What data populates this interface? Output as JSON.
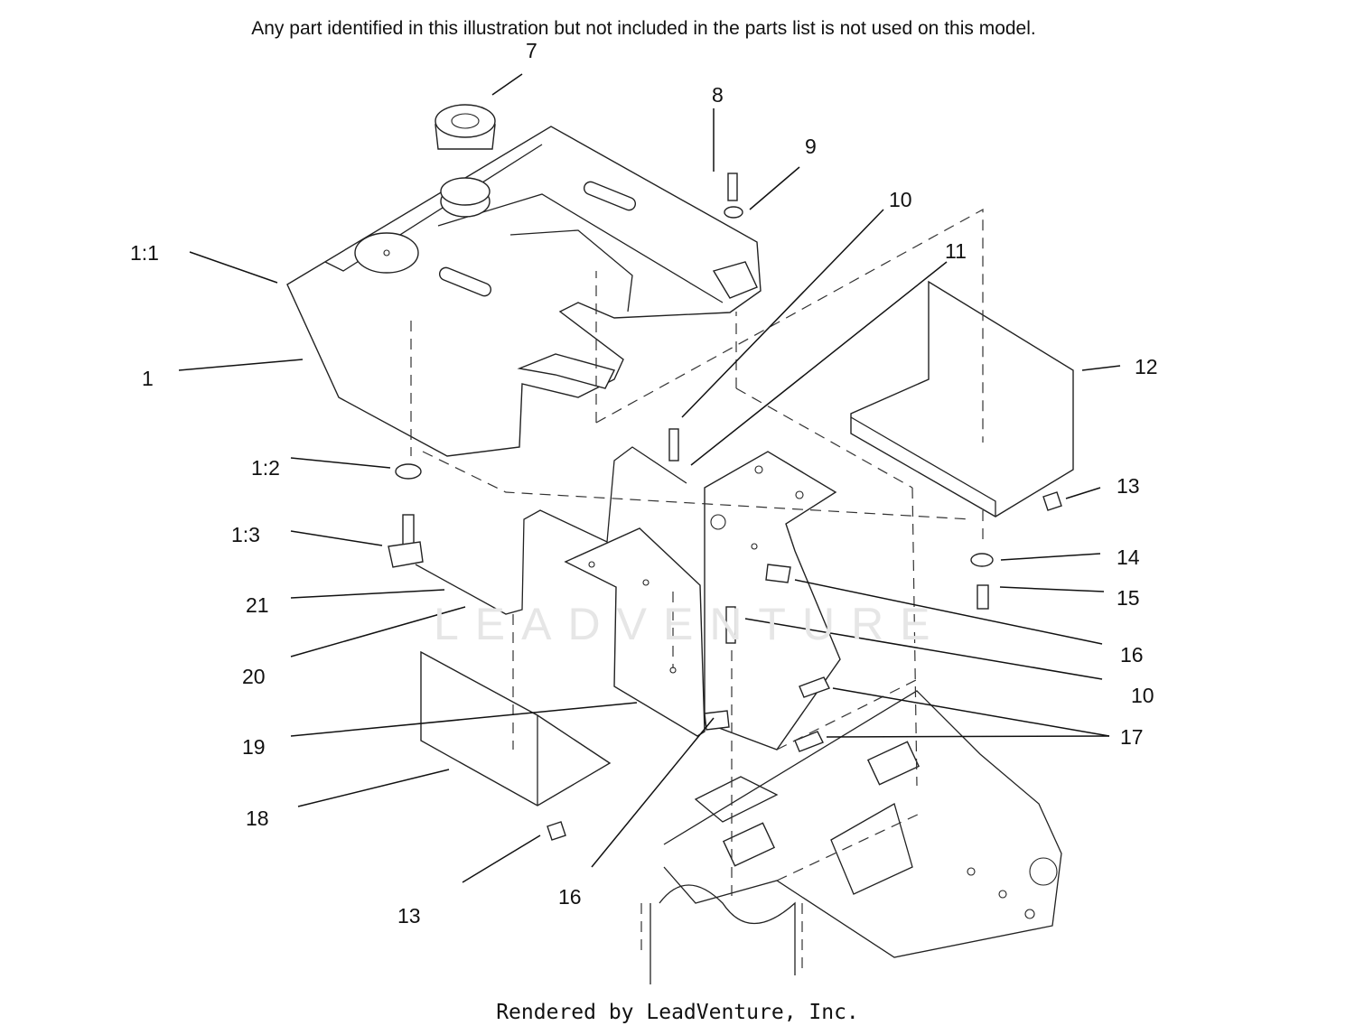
{
  "notice": "Any part identified in this illustration but not included in the parts list is not used on this model.",
  "footer": "Rendered by LeadVenture, Inc.",
  "watermark": "LEADVENTURE",
  "callouts": {
    "c7": "7",
    "c8": "8",
    "c9": "9",
    "c10a": "10",
    "c11": "11",
    "c1_1": "1:1",
    "c1": "1",
    "c12": "12",
    "c1_2": "1:2",
    "c13a": "13",
    "c1_3": "1:3",
    "c14": "14",
    "c15": "15",
    "c21": "21",
    "c16a": "16",
    "c20": "20",
    "c10b": "10",
    "c19": "19",
    "c17": "17",
    "c18": "18",
    "c16b": "16",
    "c13b": "13"
  }
}
